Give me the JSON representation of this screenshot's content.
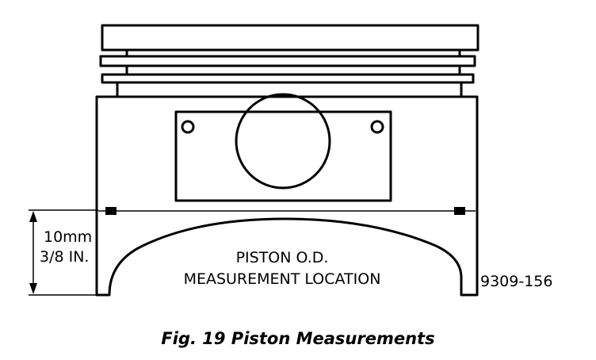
{
  "diagram": {
    "dimension_mm": "10mm",
    "dimension_in": "3/8 IN.",
    "label_line1": "PISTON O.D.",
    "label_line2": "MEASUREMENT LOCATION",
    "figure_code": "9309-156"
  },
  "caption": "Fig. 19 Piston Measurements",
  "colors": {
    "ink": "#000000",
    "background": "#ffffff"
  }
}
